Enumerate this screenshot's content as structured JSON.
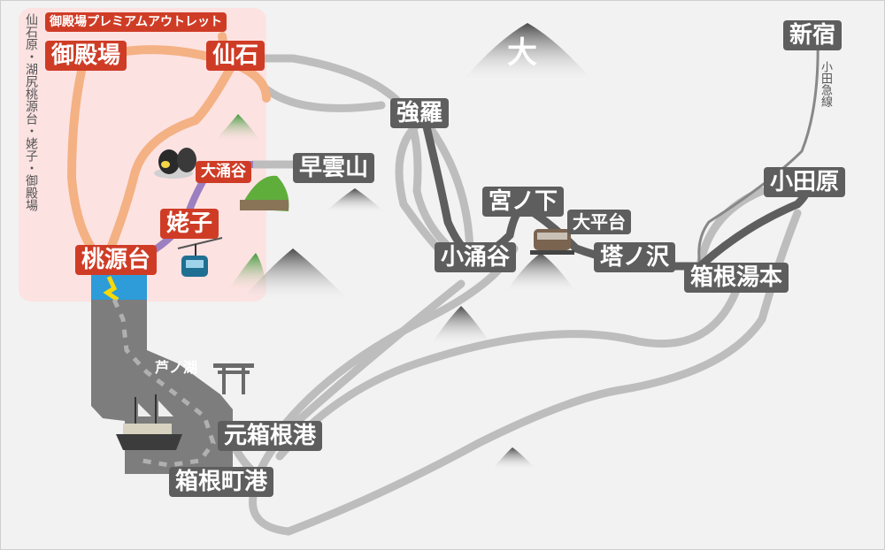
{
  "map": {
    "colors": {
      "line_dark": "#5e5e5e",
      "line_light": "#bdbdbd",
      "ropeway": "#9b7fc0",
      "bus": "#f4b183",
      "zone": "#fde2e2",
      "label_red": "#cf3c26",
      "lake": "#7d7d7d",
      "lake_blue": "#2d9cd8"
    },
    "stations": {
      "shinjuku": "新宿",
      "odawara": "小田原",
      "hakone_yumoto": "箱根湯本",
      "tonosawa": "塔ノ沢",
      "ohiradai": "大平台",
      "miyanoshita": "宮ノ下",
      "kowakudani": "小涌谷",
      "gora": "強羅",
      "sounzan": "早雲山",
      "owakudani": "大涌谷",
      "ubako": "姥子",
      "togendai": "桃源台",
      "sengoku": "仙石",
      "gotemba": "御殿場",
      "outlet": "御殿場プレミアムアウトレット",
      "motohakone_port": "元箱根港",
      "hakonemachi_port": "箱根町港"
    },
    "lake_name": "芦ノ湖",
    "odakyu_line": "小田急線",
    "bus_route_note": "仙石原・湖尻桃源台・姥子・御殿場",
    "icons": [
      "mountain-icon",
      "eggs-icon",
      "ropeway-gondola-icon",
      "train-icon",
      "torii-icon",
      "pirate-ship-icon",
      "daimonji-icon"
    ]
  }
}
